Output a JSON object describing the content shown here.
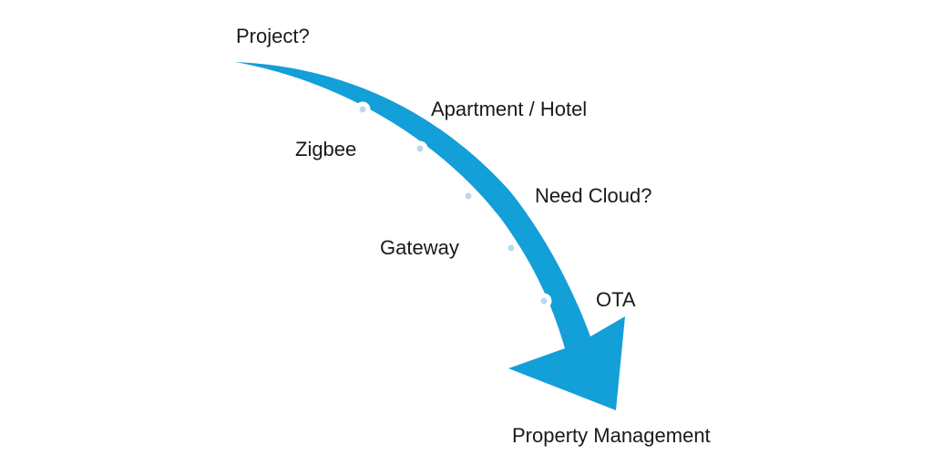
{
  "diagram": {
    "start_label": "Project?",
    "steps": [
      {
        "label": "Apartment / Hotel"
      },
      {
        "label": "Zigbee"
      },
      {
        "label": "Need Cloud?"
      },
      {
        "label": "Gateway"
      },
      {
        "label": "OTA"
      }
    ],
    "end_label": "Property Management"
  },
  "colors": {
    "arrow": "#139fd8",
    "dot_fill": "#ffffff",
    "dot_center": "#b9d9ee",
    "text": "#1a1a1a",
    "background": "#ffffff"
  }
}
